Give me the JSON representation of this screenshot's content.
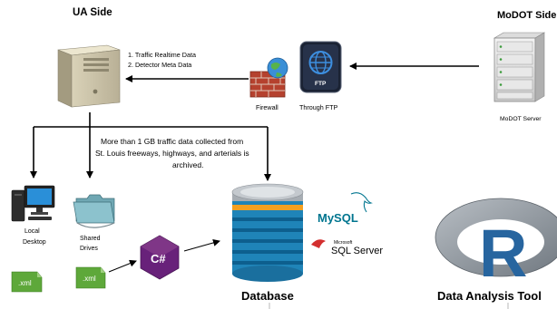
{
  "headers": {
    "ua_side": "UA Side",
    "modot_side": "MoDOT Side"
  },
  "server_notes": [
    "1. Traffic Realtime Data",
    "2. Detector Meta Data"
  ],
  "nodes": {
    "firewall": "Firewall",
    "ftp": "Through FTP",
    "ftp_badge": "FTP",
    "modot_server": "MoDOT Server",
    "local_desktop": [
      "Local",
      "Desktop"
    ],
    "shared_drives": [
      "Shared",
      "Drives"
    ],
    "xml_badge": ".xml",
    "csharp_badge": "C#",
    "database": "Database",
    "data_analysis_tool": "Data Analysis Tool",
    "r_logo": "R",
    "mysql_logo": "MySQL",
    "sqlserver_brand": "Microsoft",
    "sqlserver_logo": "SQL Server"
  },
  "annotation": [
    "More than 1 GB traffic data collected from",
    "St. Louis freeways, highways, and arterials is",
    "archived."
  ],
  "colors": {
    "arrow": "#000000",
    "db_top": "#9aa0a6",
    "db_band_blue": "#1f84b8",
    "db_band_orange": "#f4a020",
    "r_logo_gray": "#8c949c",
    "r_letter_blue": "#27659f",
    "mysql_blue": "#00758f",
    "mysql_orange": "#f29111",
    "xml_green": "#5ea83a",
    "csharp_purple": "#68217a",
    "ftp_panel": "#1a2233",
    "firewall_red": "#b5412e"
  }
}
